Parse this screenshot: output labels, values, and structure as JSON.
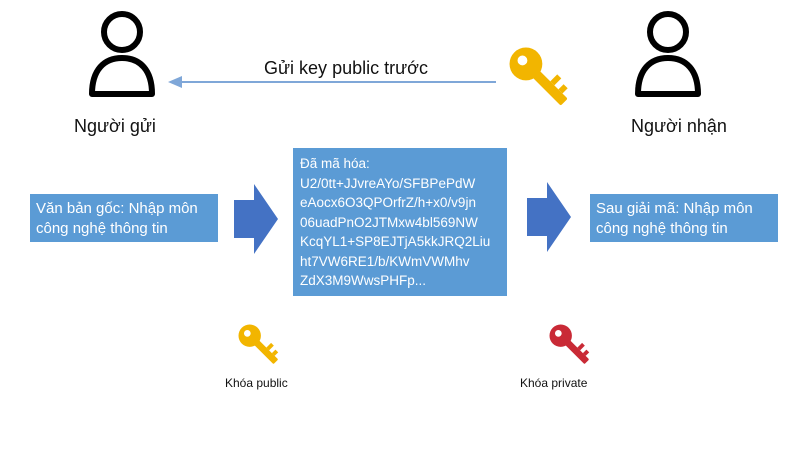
{
  "sender": {
    "label": "Người gửi"
  },
  "receiver": {
    "label": "Người nhận"
  },
  "top_arrow": {
    "label": "Gửi key public trước"
  },
  "plaintext_box": {
    "text": "Văn bản gốc: Nhập môn công nghệ thông tin"
  },
  "ciphertext_box": {
    "lines": [
      "Đã mã hóa:",
      "U2/0tt+JJvreAYo/SFBPePdW",
      "eAocx6O3QPOrfrZ/h+x0/v9jn",
      "06uadPnO2JTMxw4bl569NW",
      "KcqYL1+SP8EJTjA5kkJRQ2Liu",
      "ht7VW6RE1/b/KWmVWMhv",
      "ZdX3M9WwsPHFp..."
    ]
  },
  "decrypted_box": {
    "text": "Sau giải mã: Nhập môn công nghệ thông tin"
  },
  "keys": {
    "public_caption": "Khóa public",
    "private_caption": "Khóa private"
  },
  "colors": {
    "box_fill": "#5b9bd5",
    "block_arrow": "#4472c4",
    "connector_arrow": "#7fa7d8",
    "public_key": "#f2b500",
    "private_key": "#c92a36"
  }
}
